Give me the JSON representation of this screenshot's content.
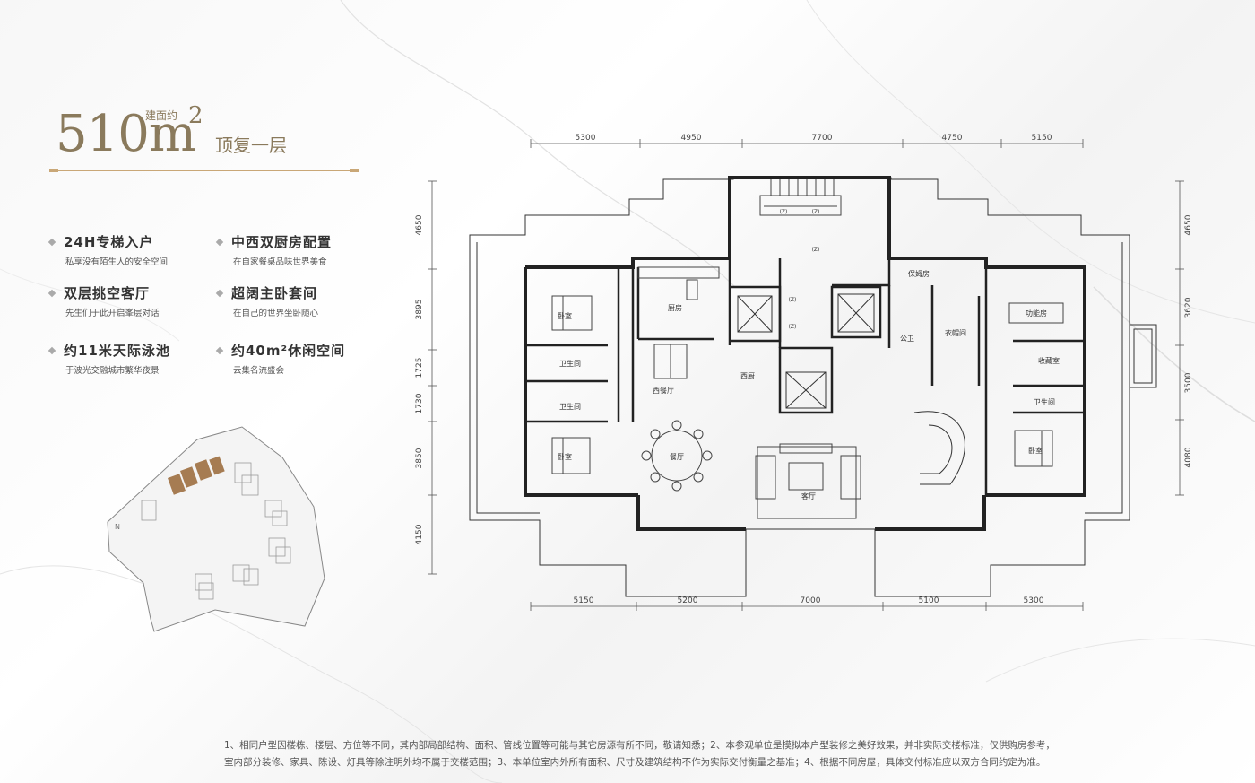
{
  "title": {
    "area_number": "510m",
    "area_sup": "2",
    "area_prefix": "建面约",
    "floor_name": "顶复一层"
  },
  "features": [
    {
      "heading": "24H专梯入户",
      "sub": "私享没有陌生人的安全空间"
    },
    {
      "heading": "中西双厨房配置",
      "sub": "在自家餐桌品味世界美食"
    },
    {
      "heading": "双层挑空客厅",
      "sub": "先生们于此开启峯层对话"
    },
    {
      "heading": "超阔主卧套间",
      "sub": "在自己的世界坐卧随心"
    },
    {
      "heading": "约11米天际泳池",
      "sub": "于波光交融城市繁华夜景"
    },
    {
      "heading": "约40m²休闲空间",
      "sub": "云集名流盛会"
    }
  ],
  "dimensions": {
    "top": [
      "5300",
      "4950",
      "7700",
      "4750",
      "5150"
    ],
    "bottom": [
      "5150",
      "5200",
      "7000",
      "5100",
      "5300"
    ],
    "left": [
      "4650",
      "3895",
      "1725",
      "1730",
      "3850",
      "4150"
    ],
    "right": [
      "4650",
      "3620",
      "3500",
      "4080"
    ]
  },
  "rooms": {
    "bedroom": "卧室",
    "kitchen": "厨房",
    "western_dining": "西餐厅",
    "western_kitchen": "西厨",
    "bathroom": "卫生间",
    "dining": "餐厅",
    "living": "客厅",
    "nanny": "保姆房",
    "public_wc": "公卫",
    "cloakroom": "衣帽间",
    "function_room": "功能房",
    "storage": "收藏室",
    "elevator_mark": "(Z)"
  },
  "disclaimer": [
    "1、相同户型因楼栋、楼层、方位等不同，其内部局部结构、面积、管线位置等可能与其它房源有所不同，敬请知悉；2、本参观单位是模拟本户型装修之美好效果，并非实际交楼标准，仅供购房参考，",
    "室内部分装修、家具、陈设、灯具等除注明外均不属于交楼范围；3、本单位室内外所有面积、尺寸及建筑结构不作为实际交付衡量之基准；4、根据不同房屋，具体交付标准应以双方合同约定为准。"
  ],
  "colors": {
    "gold": "#8a7a5c",
    "rule": "#c9a777",
    "wall": "#222222",
    "plot_fill": "#f4f4f4",
    "tower_highlight": "#a67c52"
  }
}
